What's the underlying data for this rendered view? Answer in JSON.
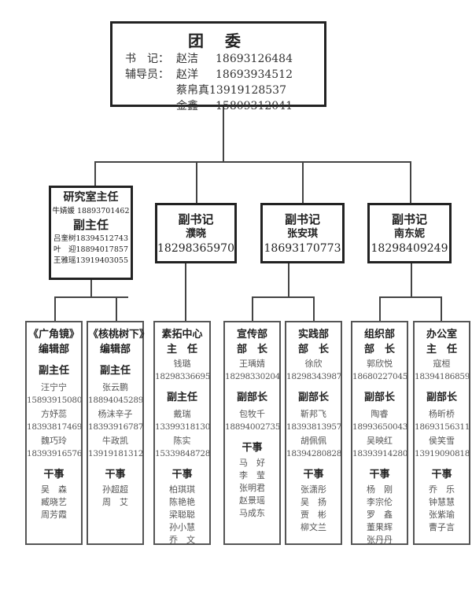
{
  "top": {
    "title": "团 委",
    "rows": [
      {
        "label": "书　记：",
        "name": "赵洁",
        "phone": "18693126484"
      },
      {
        "label": "辅导员：",
        "name": "赵洋",
        "phone": "18693934512"
      },
      {
        "label": "",
        "name": "蔡帛真",
        "phone": "13919128537"
      },
      {
        "label": "",
        "name": "金鑫",
        "phone": "15809312041"
      }
    ]
  },
  "research": {
    "title": "研究室主任",
    "head": "牛婧媛 18893701462",
    "deputy_title": "副主任",
    "deputies": [
      "吕奎树18394512743",
      "叶　迎18894017857",
      "王雅瑶13919403055"
    ]
  },
  "secretaries": [
    {
      "title": "副书记",
      "name": "濮晓",
      "phone": "18298365970"
    },
    {
      "title": "副书记",
      "name": "张安琪",
      "phone": "18693170773"
    },
    {
      "title": "副书记",
      "name": "南东妮",
      "phone": "18298409249"
    }
  ],
  "departments": [
    {
      "title": [
        "《广角镜》",
        "编辑部"
      ],
      "head_title": "",
      "head": [],
      "deputy_title": "副主任",
      "deputies": [
        "汪宁宁",
        "15893915080",
        "方妤蕊",
        "18393817469",
        "魏巧玲",
        "18393916576"
      ],
      "staff_title": "干事",
      "staff": [
        "吴　森",
        "臧晓艺",
        "周芳霞"
      ]
    },
    {
      "title": [
        "《核桃树下》",
        "编辑部"
      ],
      "head_title": "",
      "head": [],
      "deputy_title": "副主任",
      "deputies": [
        "张云鹏",
        "18894045289",
        "杨沫辛子",
        "18393916787",
        "牛政凯",
        "13919181312"
      ],
      "staff_title": "干事",
      "staff": [
        "孙超超",
        "周　艾"
      ]
    },
    {
      "title": [
        "素拓中心"
      ],
      "head_title": "主　任",
      "head": [
        "钱璐",
        "18298336695"
      ],
      "deputy_title": "副主任",
      "deputies": [
        "戴瑞",
        "13399318130",
        "陈实",
        "15339848728"
      ],
      "staff_title": "干事",
      "staff": [
        "柏琪琪",
        "陈艳艳",
        "梁聪聪",
        "孙小慧",
        "乔　文"
      ]
    },
    {
      "title": [
        "宣传部"
      ],
      "head_title": "部　长",
      "head": [
        "王瑀婧",
        "18298330204"
      ],
      "deputy_title": "副部长",
      "deputies": [
        "包牧千",
        "18894002735"
      ],
      "staff_title": "干事",
      "staff": [
        "马　好",
        "李　莹",
        "张明君",
        "赵景瑶",
        "马成东"
      ]
    },
    {
      "title": [
        "实践部"
      ],
      "head_title": "部　长",
      "head": [
        "徐欣",
        "18298343987"
      ],
      "deputy_title": "副部长",
      "deputies": [
        "靳邦飞",
        "18393813957",
        "胡佩佩",
        "18394280828"
      ],
      "staff_title": "干事",
      "staff": [
        "张潇彤",
        "吴　扬",
        "贾　彬",
        "柳文兰"
      ]
    },
    {
      "title": [
        "组织部"
      ],
      "head_title": "部　长",
      "head": [
        "郭欣悦",
        "18680227045"
      ],
      "deputy_title": "副部长",
      "deputies": [
        "陶睿",
        "18993650043",
        "吴映红",
        "18393914280"
      ],
      "staff_title": "干事",
      "staff": [
        "杨　刚",
        "李宗伦",
        "罗　鑫",
        "董果辉",
        "张丹丹"
      ]
    },
    {
      "title": [
        "办公室"
      ],
      "head_title": "主　任",
      "head": [
        "寇桓",
        "18394186859"
      ],
      "deputy_title": "副部长",
      "deputies": [
        "杨昕桥",
        "18693156311",
        "侯笑雪",
        "13919090818"
      ],
      "staff_title": "干事",
      "staff": [
        "乔　乐",
        "钟慧慧",
        "张紫瑜",
        "曹子言"
      ]
    }
  ]
}
